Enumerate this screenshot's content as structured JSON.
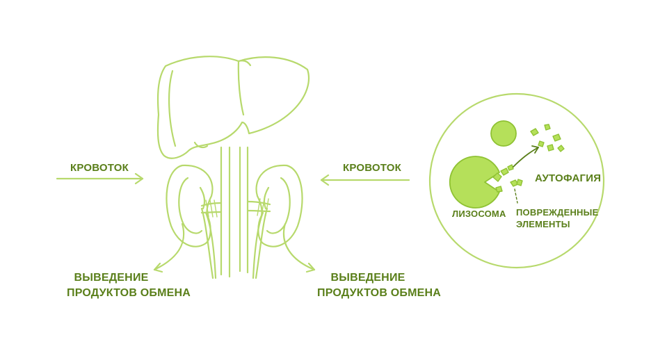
{
  "labels": {
    "bloodflow_left": "КРОВОТОК",
    "bloodflow_right": "КРОВОТОК",
    "excretion_left_line1": "ВЫВЕДЕНИЕ",
    "excretion_left_line2": "ПРОДУКТОВ ОБМЕНА",
    "excretion_right_line1": "ВЫВЕДЕНИЕ",
    "excretion_right_line2": "ПРОДУКТОВ ОБМЕНА",
    "lysosome": "ЛИЗОСОМА",
    "autophagy": "АУТОФАГИЯ",
    "damaged_line1": "ПОВРЕЖДЕННЫЕ",
    "damaged_line2": "ЭЛЕМЕНТЫ"
  },
  "colors": {
    "line": "#b7d96c",
    "text": "#5a7f1a",
    "fill": "#b5e05a",
    "fill_stroke": "#8fc233"
  }
}
